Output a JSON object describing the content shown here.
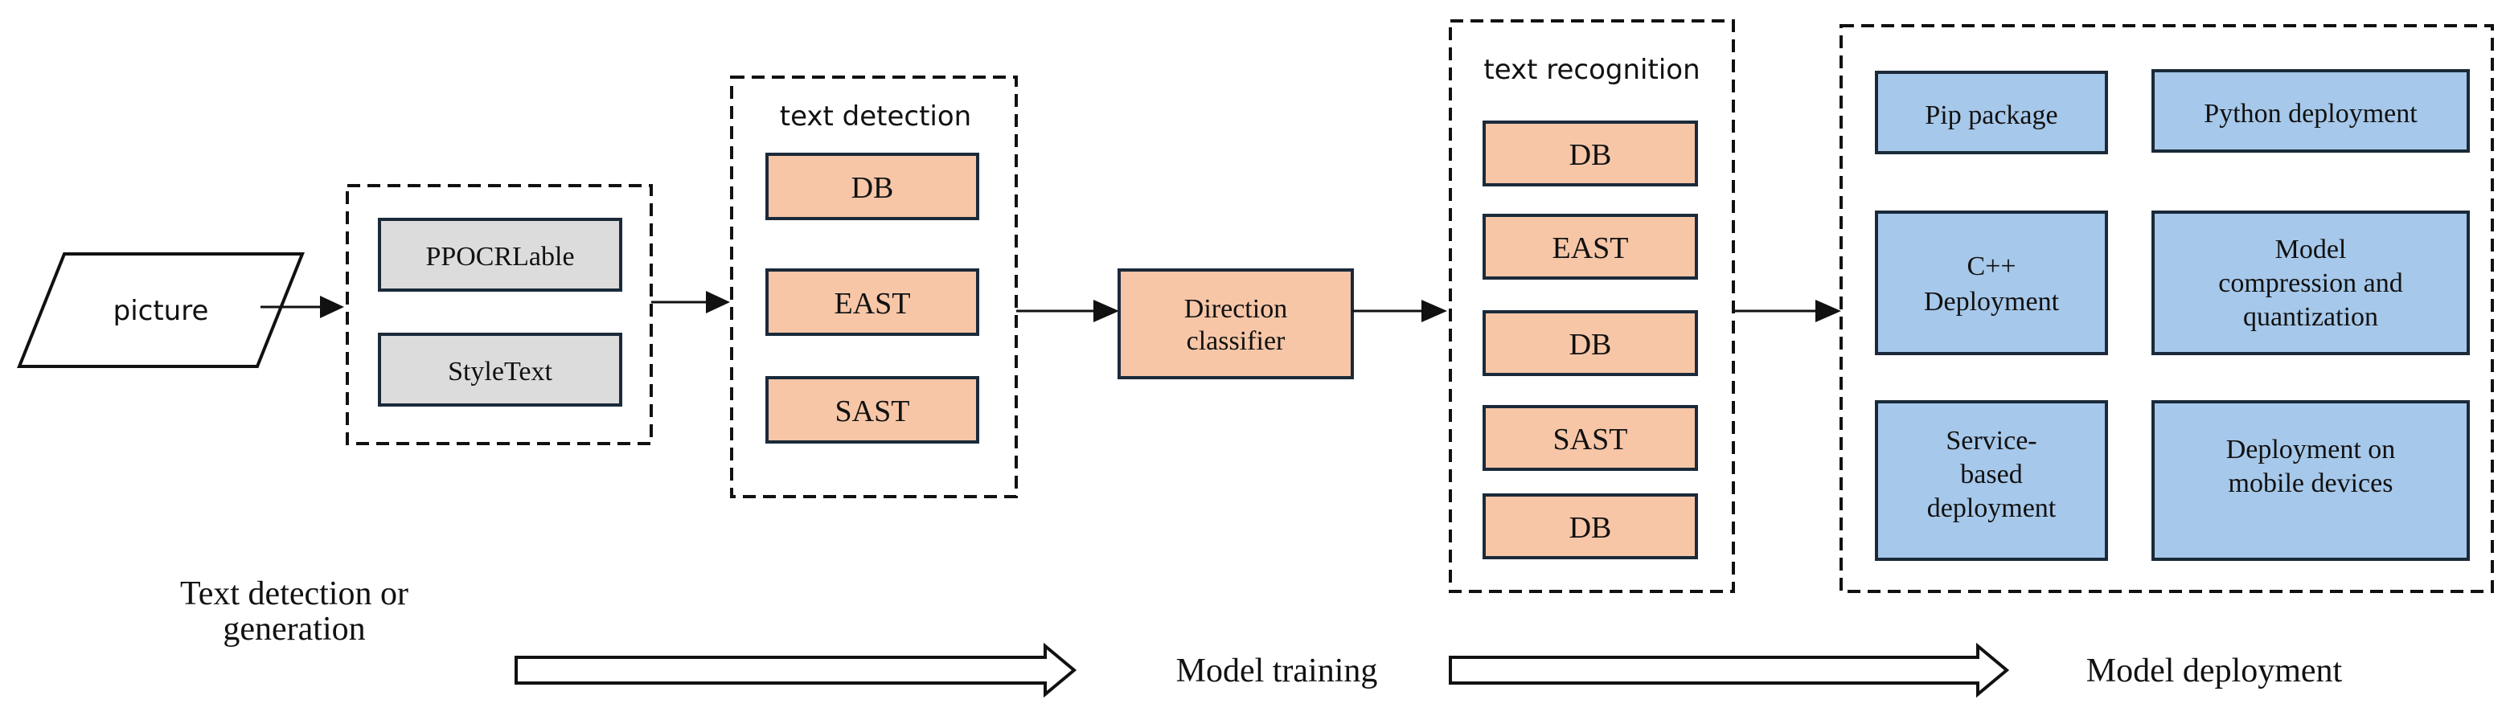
{
  "input": {
    "label": "picture"
  },
  "stage1": {
    "items": [
      "PPOCRLable",
      "StyleText"
    ]
  },
  "stage2": {
    "title": "text detection",
    "items": [
      "DB",
      "EAST",
      "SAST"
    ]
  },
  "classifier": {
    "lines": [
      "Direction",
      "classifier"
    ]
  },
  "stage3": {
    "title": "text recognition",
    "items": [
      "DB",
      "EAST",
      "DB",
      "SAST",
      "DB"
    ]
  },
  "deployment": {
    "items": [
      {
        "lines": [
          "Pip package"
        ]
      },
      {
        "lines": [
          "Python deployment"
        ]
      },
      {
        "lines": [
          "C++",
          "Deployment"
        ]
      },
      {
        "lines": [
          "Model",
          "compression and",
          "quantization"
        ]
      },
      {
        "lines": [
          "Service-",
          "based",
          "deployment"
        ]
      },
      {
        "lines": [
          "Deployment on",
          "mobile devices"
        ]
      }
    ]
  },
  "phases": {
    "generation": [
      "Text detection or",
      "generation"
    ],
    "training": "Model training",
    "deployment": "Model deployment"
  },
  "colors": {
    "gray_box": "#dcdcdc",
    "orange_box": "#f6c6a7",
    "blue_box": "#a6c8ea"
  }
}
